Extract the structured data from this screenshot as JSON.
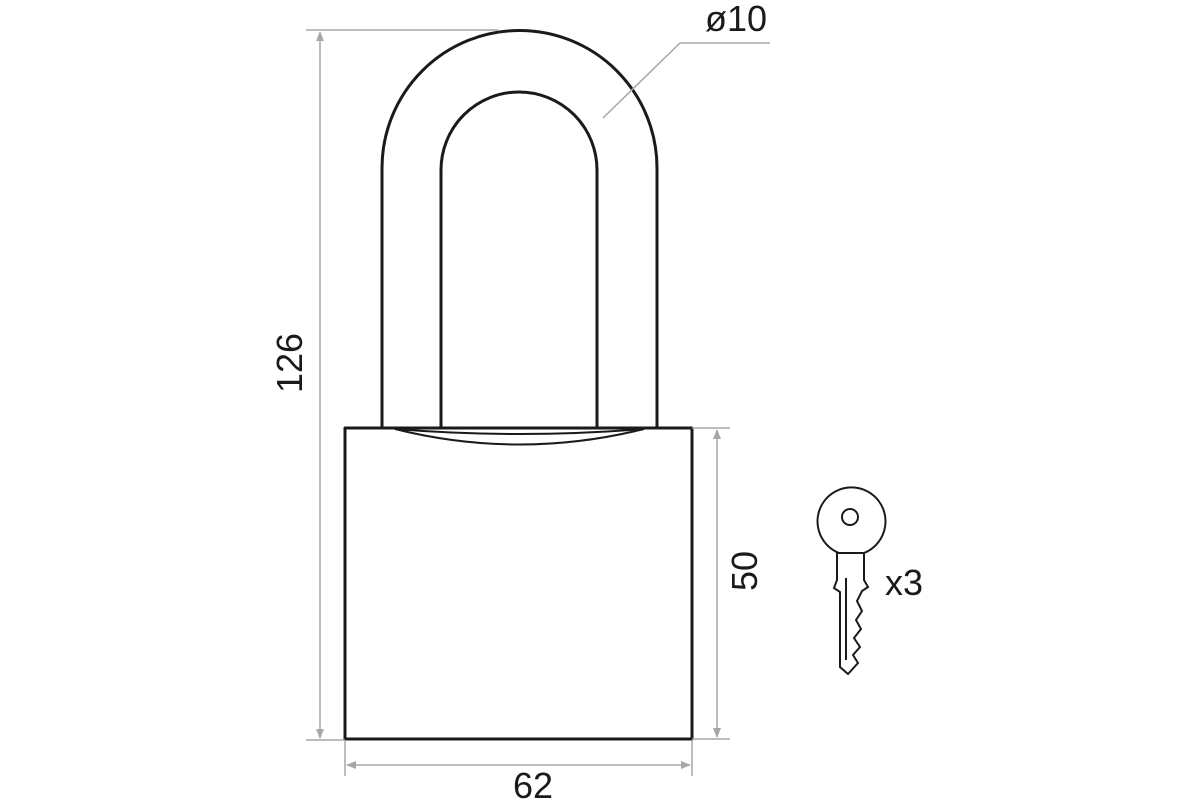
{
  "dimensions": {
    "shackle_diameter": "ø10",
    "total_height": "126",
    "body_height": "50",
    "body_width": "62"
  },
  "keys": {
    "count_label": "x3"
  },
  "colors": {
    "outline": "#1a1a1a",
    "dimension_line": "#a7a7a7",
    "background": "#ffffff"
  }
}
